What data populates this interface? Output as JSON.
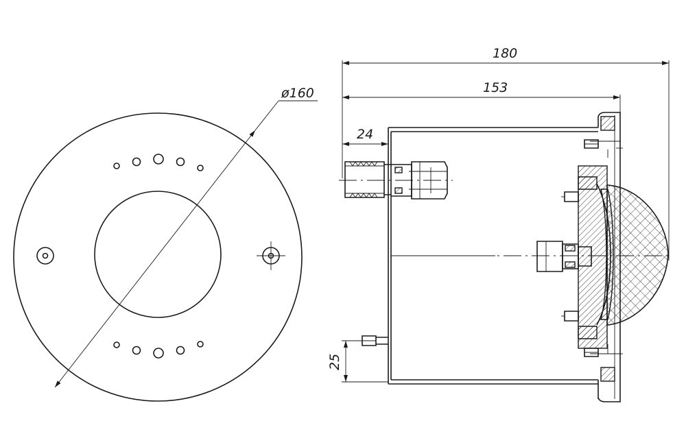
{
  "front_view": {
    "diameter_label": "ø160"
  },
  "side_view": {
    "overall_length_label": "180",
    "body_length_label": "153",
    "fitting_length_label": "24",
    "stud_offset_label": "25"
  }
}
